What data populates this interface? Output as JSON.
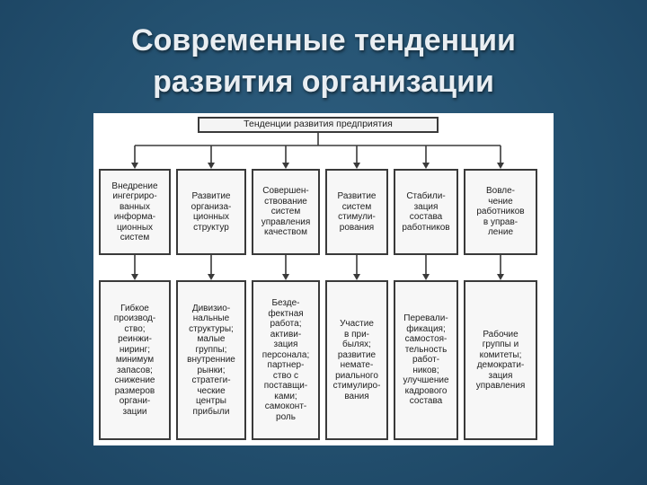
{
  "slide": {
    "title_line1": "Современные тенденции",
    "title_line2": "развития организации"
  },
  "diagram": {
    "root": "Тенденции развития предприятия",
    "columns": [
      {
        "top": "Внедрение\nингегриро-\nванных\nинформа-\nционных\nсистем",
        "bottom": "Гибкое\nпроизвод-\nство;\nреинжи-\nниринг;\nминимум\nзапасов;\nснижение\nразмеров\nоргани-\nзации"
      },
      {
        "top": "Развитие\nорганиза-\nционных\nструктур",
        "bottom": "Дивизио-\nнальные\nструктуры;\nмалые\nгруппы;\nвнутренние\nрынки;\nстратеги-\nческие\nцентры\nприбыли"
      },
      {
        "top": "Совершен-\nствование\nсистем\nуправления\nкачеством",
        "bottom": "Бездe-\nфектная\nработа;\nактиви-\nзация\nперсонала;\nпартнер-\nство с\nпоставщи-\nками;\nсамоконт-\nроль"
      },
      {
        "top": "Развитие\nсистем\nстимули-\nрования",
        "bottom": "Участие\nв при-\nбылях;\nразвитие\nнемате-\nриального\nстимулиро-\nвания"
      },
      {
        "top": "Стабили-\nзация\nсостава\nработников",
        "bottom": "Перевали-\nфикация;\nсамостоя-\nтельность\nработ-\nников;\nулучшение\nкадрового\nсостава"
      },
      {
        "top": "Вовле-\nчение\nработников\nв управ-\nление",
        "bottom": "Рабочие\nгруппы и\nкомитеты;\nдемократи-\nзация\nуправления"
      }
    ]
  },
  "colors": {
    "background": "#23506f",
    "title": "#e9eef2",
    "line": "#3a3a3a"
  }
}
